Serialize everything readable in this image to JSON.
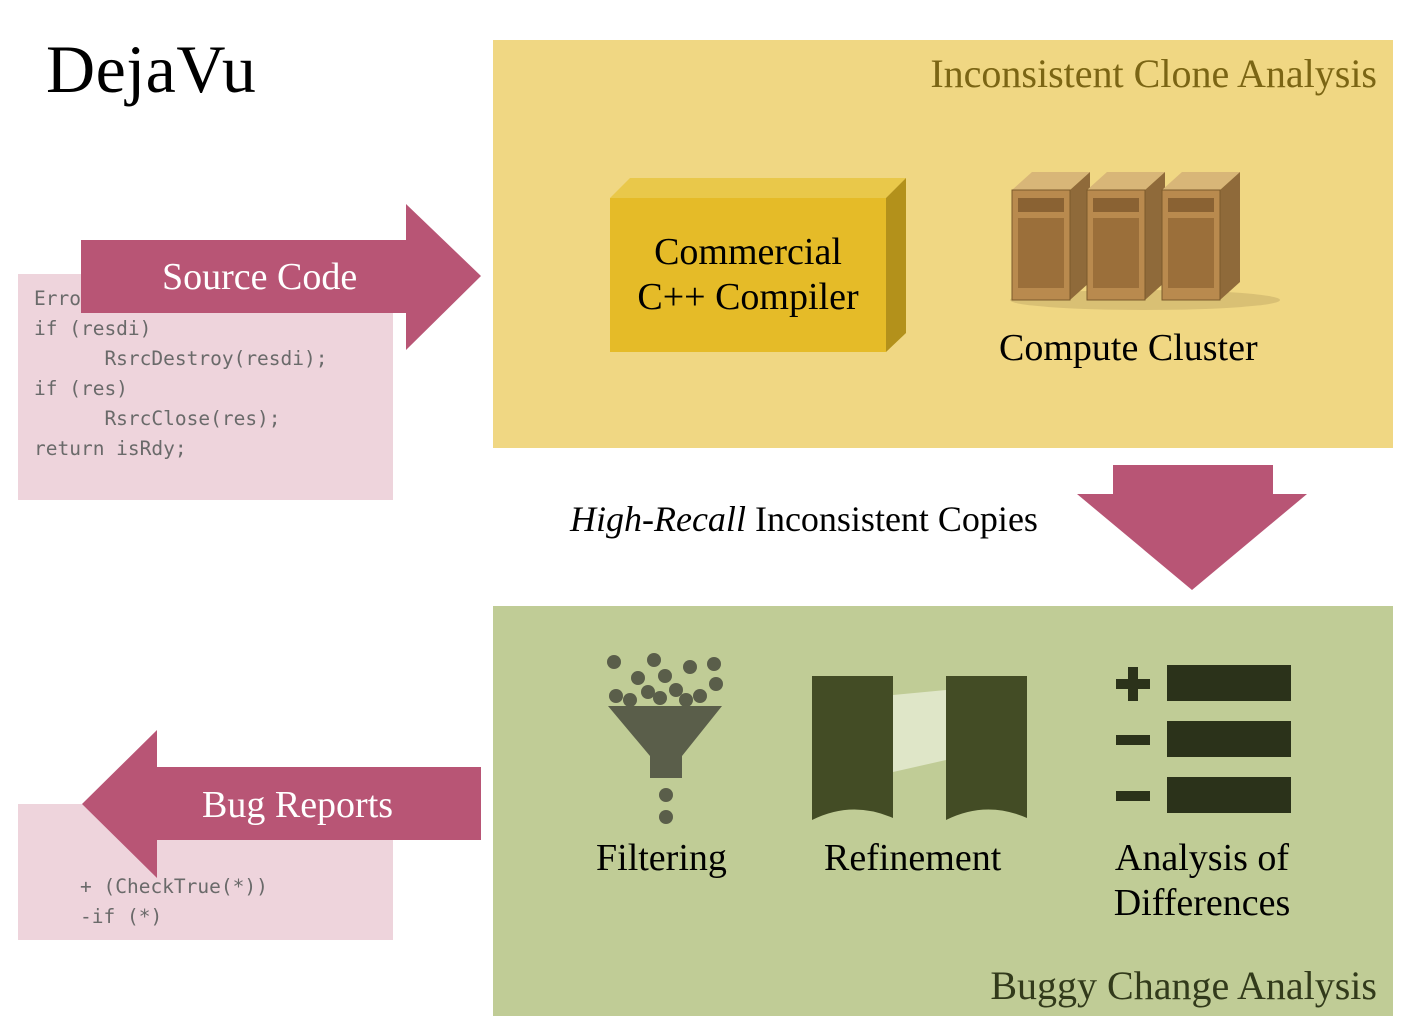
{
  "title": "DejaVu",
  "top_panel": {
    "title": "Inconsistent Clone Analysis"
  },
  "bottom_panel": {
    "title": "Buggy Change Analysis"
  },
  "source_arrow": {
    "label": "Source Code"
  },
  "bug_arrow": {
    "label": "Bug Reports"
  },
  "source_code": {
    "lines": [
      "Erro",
      "if (resdi)",
      "      RsrcDestroy(resdi);",
      "if (res)",
      "      RsrcClose(res);",
      "return isRdy;"
    ]
  },
  "patch_code": {
    "lines": [
      "+ (CheckTrue(*))",
      "-if (*)"
    ]
  },
  "compiler": {
    "line1": "Commercial",
    "line2": "C++ Compiler"
  },
  "cluster": {
    "label": "Compute Cluster"
  },
  "middle": {
    "italic": "High-Recall",
    "rest": " Inconsistent Copies"
  },
  "steps": {
    "filtering": "Filtering",
    "refinement": "Refinement",
    "analysis_line1": "Analysis of",
    "analysis_line2": "Differences"
  },
  "colors": {
    "arrow": "#b85575",
    "code_bg": "#eed4dc",
    "top_panel": "#f0d783",
    "bottom_panel": "#c0cc96",
    "icon_dark": "#434c25"
  }
}
